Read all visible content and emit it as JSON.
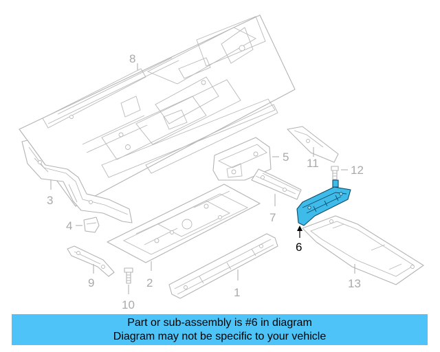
{
  "diagram": {
    "callouts": [
      "8",
      "5",
      "11",
      "12",
      "3",
      "7",
      "4",
      "6",
      "9",
      "2",
      "1",
      "13",
      "10"
    ],
    "highlighted_callout": "6",
    "highlight_color": "#3fbbea",
    "highlight_outline_color": "#0e4a66",
    "line_color": "#b3b3b3"
  },
  "banner": {
    "line1": "Part or sub-assembly is #6 in diagram",
    "line2": "Diagram may not be specific to your vehicle",
    "background_color": "#4ec3f7"
  }
}
